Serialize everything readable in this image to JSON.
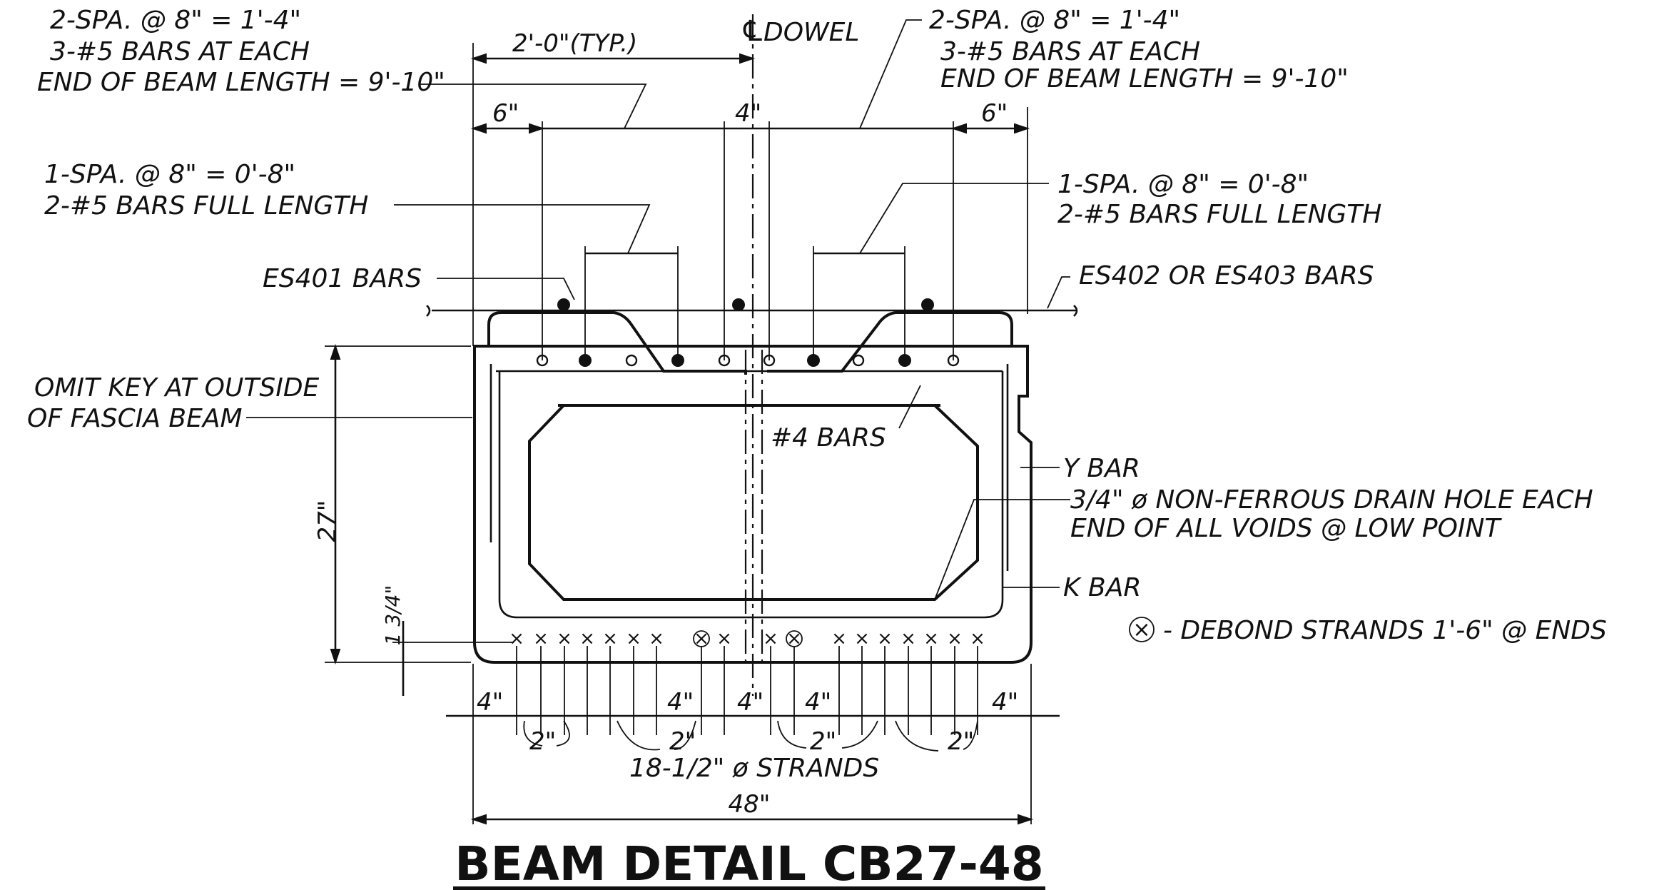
{
  "title": "BEAM DETAIL  CB27-48",
  "notes": {
    "top_left_1": "2-SPA. @ 8\" = 1'-4\"",
    "top_left_2": "3-#5 BARS AT EACH",
    "top_left_3": "END OF BEAM LENGTH = 9'-10\"",
    "top_right_1": "2-SPA. @ 8\" = 1'-4\"",
    "top_right_2": "3-#5 BARS AT EACH",
    "top_right_3": "END OF BEAM LENGTH = 9'-10\"",
    "mid_left_1": "1-SPA. @ 8\" = 0'-8\"",
    "mid_left_2": "2-#5 BARS FULL LENGTH",
    "mid_right_1": "1-SPA. @ 8\" = 0'-8\"",
    "mid_right_2": "2-#5 BARS FULL LENGTH",
    "es401": "ES401 BARS",
    "es402": "ES402 OR ES403 BARS",
    "omit_key_1": "OMIT KEY AT OUTSIDE",
    "omit_key_2": "OF FASCIA BEAM",
    "no4_bars": "#4 BARS",
    "y_bar": "Y BAR",
    "drain_1": "3/4\" ø NON-FERROUS DRAIN HOLE EACH",
    "drain_2": "END OF ALL VOIDS @ LOW POINT",
    "k_bar": "K BAR",
    "debond": "- DEBOND STRANDS 1'-6\" @ ENDS",
    "strands": "18-1/2\" ø STRANDS",
    "cl_dowel": "DOWEL"
  },
  "dims": {
    "typ": "2'-0\"(TYP.)",
    "six_left": "6\"",
    "four_center": "4\"",
    "six_right": "6\"",
    "height": "27\"",
    "one_three_quarter": "1 3/4\"",
    "bot_4_a": "4\"",
    "bot_4_b": "4\"",
    "bot_4_c": "4\"",
    "bot_4_d": "4\"",
    "bot_4_e": "4\"",
    "bot_2_a": "2\"",
    "bot_2_b": "2\"",
    "bot_2_c": "2\"",
    "bot_2_d": "2\"",
    "width": "48\""
  },
  "icons": {
    "centerline": "centerline-icon",
    "debond": "debond-strand-icon"
  }
}
